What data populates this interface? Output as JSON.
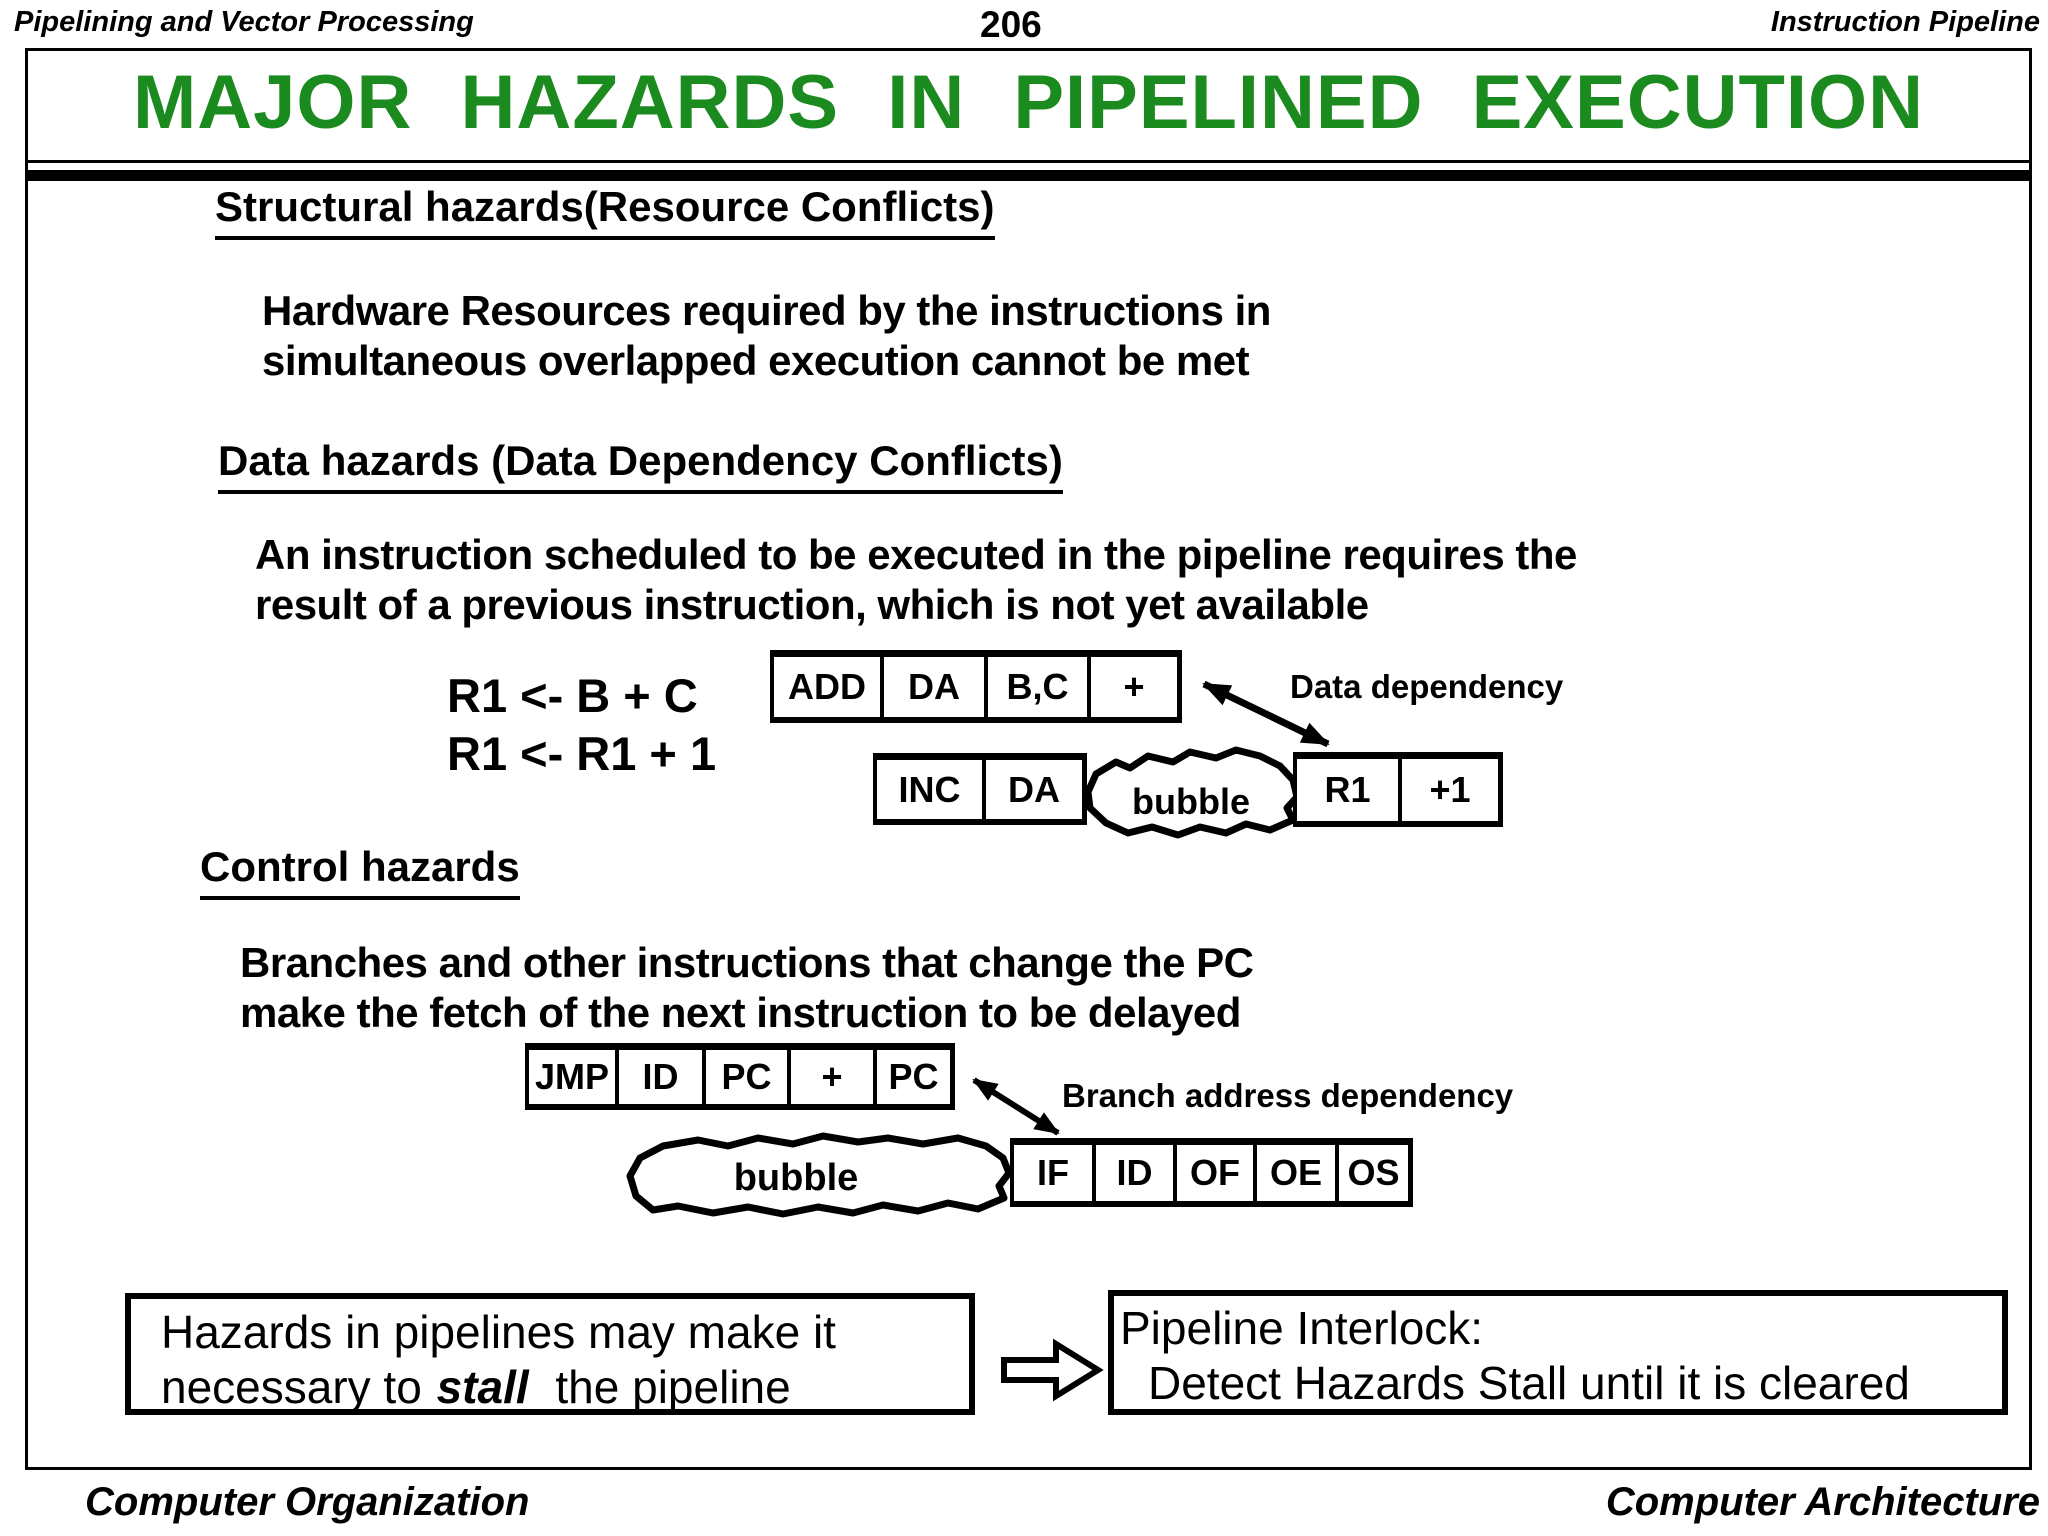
{
  "header": {
    "left": "Pipelining and Vector Processing",
    "page_number": "206",
    "right": "Instruction Pipeline"
  },
  "title": "MAJOR HAZARDS IN PIPELINED EXECUTION",
  "sections": {
    "structural": {
      "heading": "Structural hazards(Resource Conflicts)",
      "body_line1": "Hardware Resources required by the instructions in",
      "body_line2": "simultaneous overlapped execution cannot be met"
    },
    "data": {
      "heading": "Data hazards (Data Dependency Conflicts)",
      "body_line1": "An instruction scheduled to be executed in the pipeline requires the",
      "body_line2": "result of a previous instruction, which is not yet available",
      "code_line1": "R1 <- B + C",
      "code_line2": "R1 <- R1 + 1",
      "dependency_label": "Data dependency",
      "pipeline_add_cells": [
        "ADD",
        "DA",
        "B,C",
        "+"
      ],
      "pipeline_inc_cells": [
        "INC",
        "DA"
      ],
      "bubble_label": "bubble",
      "pipeline_r1_cells": [
        "R1",
        "+1"
      ]
    },
    "control": {
      "heading": "Control hazards",
      "body_line1": "Branches and other instructions that change the PC",
      "body_line2": "make the fetch of the next instruction to be delayed",
      "dependency_label": "Branch address dependency",
      "pipeline_jmp_cells": [
        "JMP",
        "ID",
        "PC",
        "+",
        "PC"
      ],
      "bubble_label": "bubble",
      "pipeline_if_cells": [
        "IF",
        "ID",
        "OF",
        "OE",
        "OS"
      ]
    }
  },
  "conclusion": {
    "left_line1": "Hazards in pipelines may make it",
    "left_line2_pre": "necessary to",
    "left_line2_em": "stall",
    "left_line2_post": "the pipeline",
    "right_line1": "Pipeline Interlock:",
    "right_line2": "Detect Hazards Stall until it is cleared"
  },
  "footer": {
    "left": "Computer Organization",
    "right": "Computer Architecture"
  },
  "colors": {
    "title_green": "#1b8a1f"
  }
}
